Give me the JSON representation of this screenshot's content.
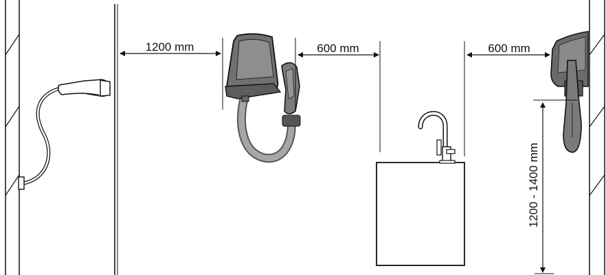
{
  "dimensions": {
    "hand_shower_to_dryer": "1200 mm",
    "dryer_to_sink": "600 mm",
    "sink_to_wall_dryer": "600 mm",
    "mount_height": "1200 - 1400 mm"
  },
  "icons": [
    "wall-hatch",
    "hand-shower",
    "hair-dryer",
    "sink-faucet",
    "sink-cabinet"
  ],
  "colors": {
    "line": "#111111",
    "device_dark": "#6f6f6f",
    "device_light": "#9a9a9a",
    "hose": "#8a8a8a"
  }
}
